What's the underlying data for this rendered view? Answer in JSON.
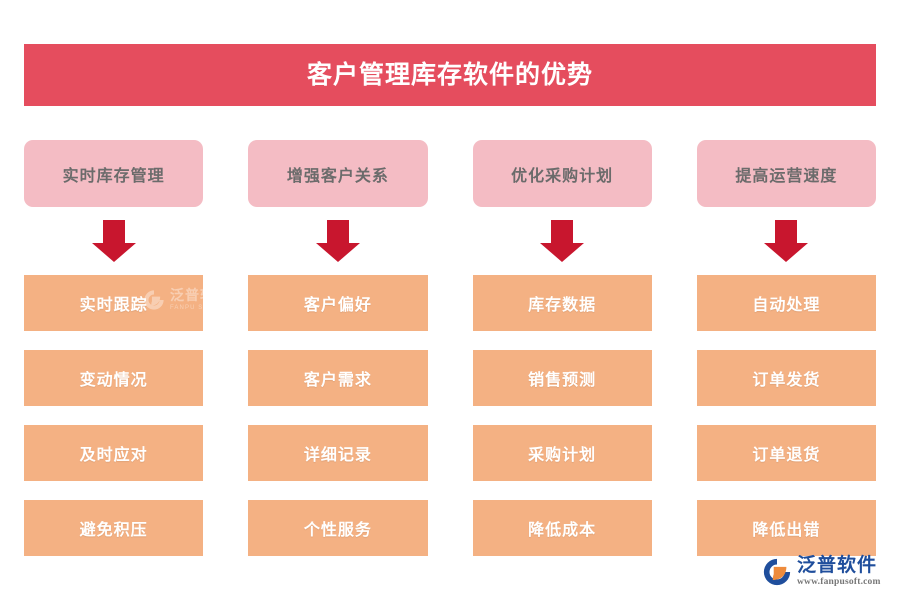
{
  "banner": {
    "title": "客户管理库存软件的优势",
    "background_color": "#E54D5E",
    "text_color": "#FFFFFF"
  },
  "colors": {
    "banner": "#E54D5E",
    "header_card": "#F4BCC4",
    "header_card_text": "#6B6B6B",
    "cell": "#F4B183",
    "cell_text": "#FFFFFF",
    "arrow": "#C8162E",
    "brand_blue": "#1F4E9C",
    "page_background": "#FFFFFF"
  },
  "columns": [
    {
      "header": "实时库存管理",
      "arrow": "down-arrow",
      "cells": [
        "实时跟踪",
        "变动情况",
        "及时应对",
        "避免积压"
      ]
    },
    {
      "header": "增强客户关系",
      "arrow": "down-arrow",
      "cells": [
        "客户偏好",
        "客户需求",
        "详细记录",
        "个性服务"
      ]
    },
    {
      "header": "优化采购计划",
      "arrow": "down-arrow",
      "cells": [
        "库存数据",
        "销售预测",
        "采购计划",
        "降低成本"
      ]
    },
    {
      "header": "提高运营速度",
      "arrow": "down-arrow",
      "cells": [
        "自动处理",
        "订单发货",
        "订单退货",
        "降低出错"
      ]
    }
  ],
  "watermark": {
    "icon": "fanpu-leaf-logo-icon",
    "name_cn": "泛普软件",
    "name_en": "FANPU SOFTWARE"
  },
  "brand": {
    "icon": "fanpu-leaf-logo-icon",
    "name_cn": "泛普软件",
    "url": "www.fanpusoft.com"
  }
}
